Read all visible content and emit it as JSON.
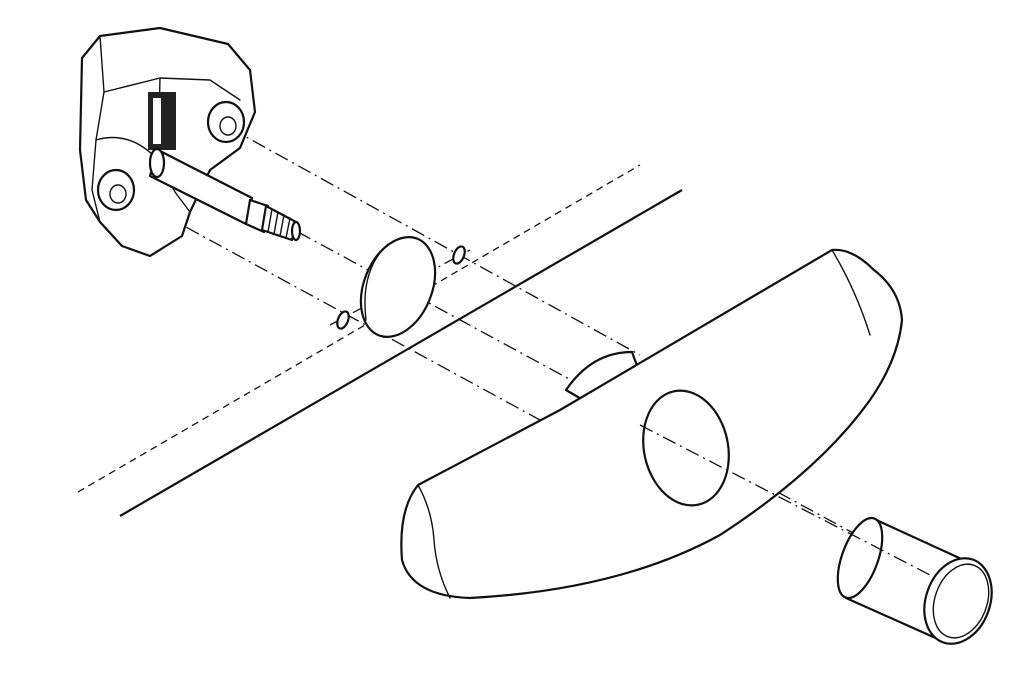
{
  "diagram": {
    "kind": "exploded-assembly",
    "parts": [
      "lock-housing",
      "threaded-spindle",
      "rosette-ring",
      "o-ring-top",
      "o-ring-bottom",
      "panel-surface",
      "t-handle",
      "end-cap"
    ],
    "colors": {
      "ink": "#111111",
      "background": "#ffffff"
    }
  }
}
